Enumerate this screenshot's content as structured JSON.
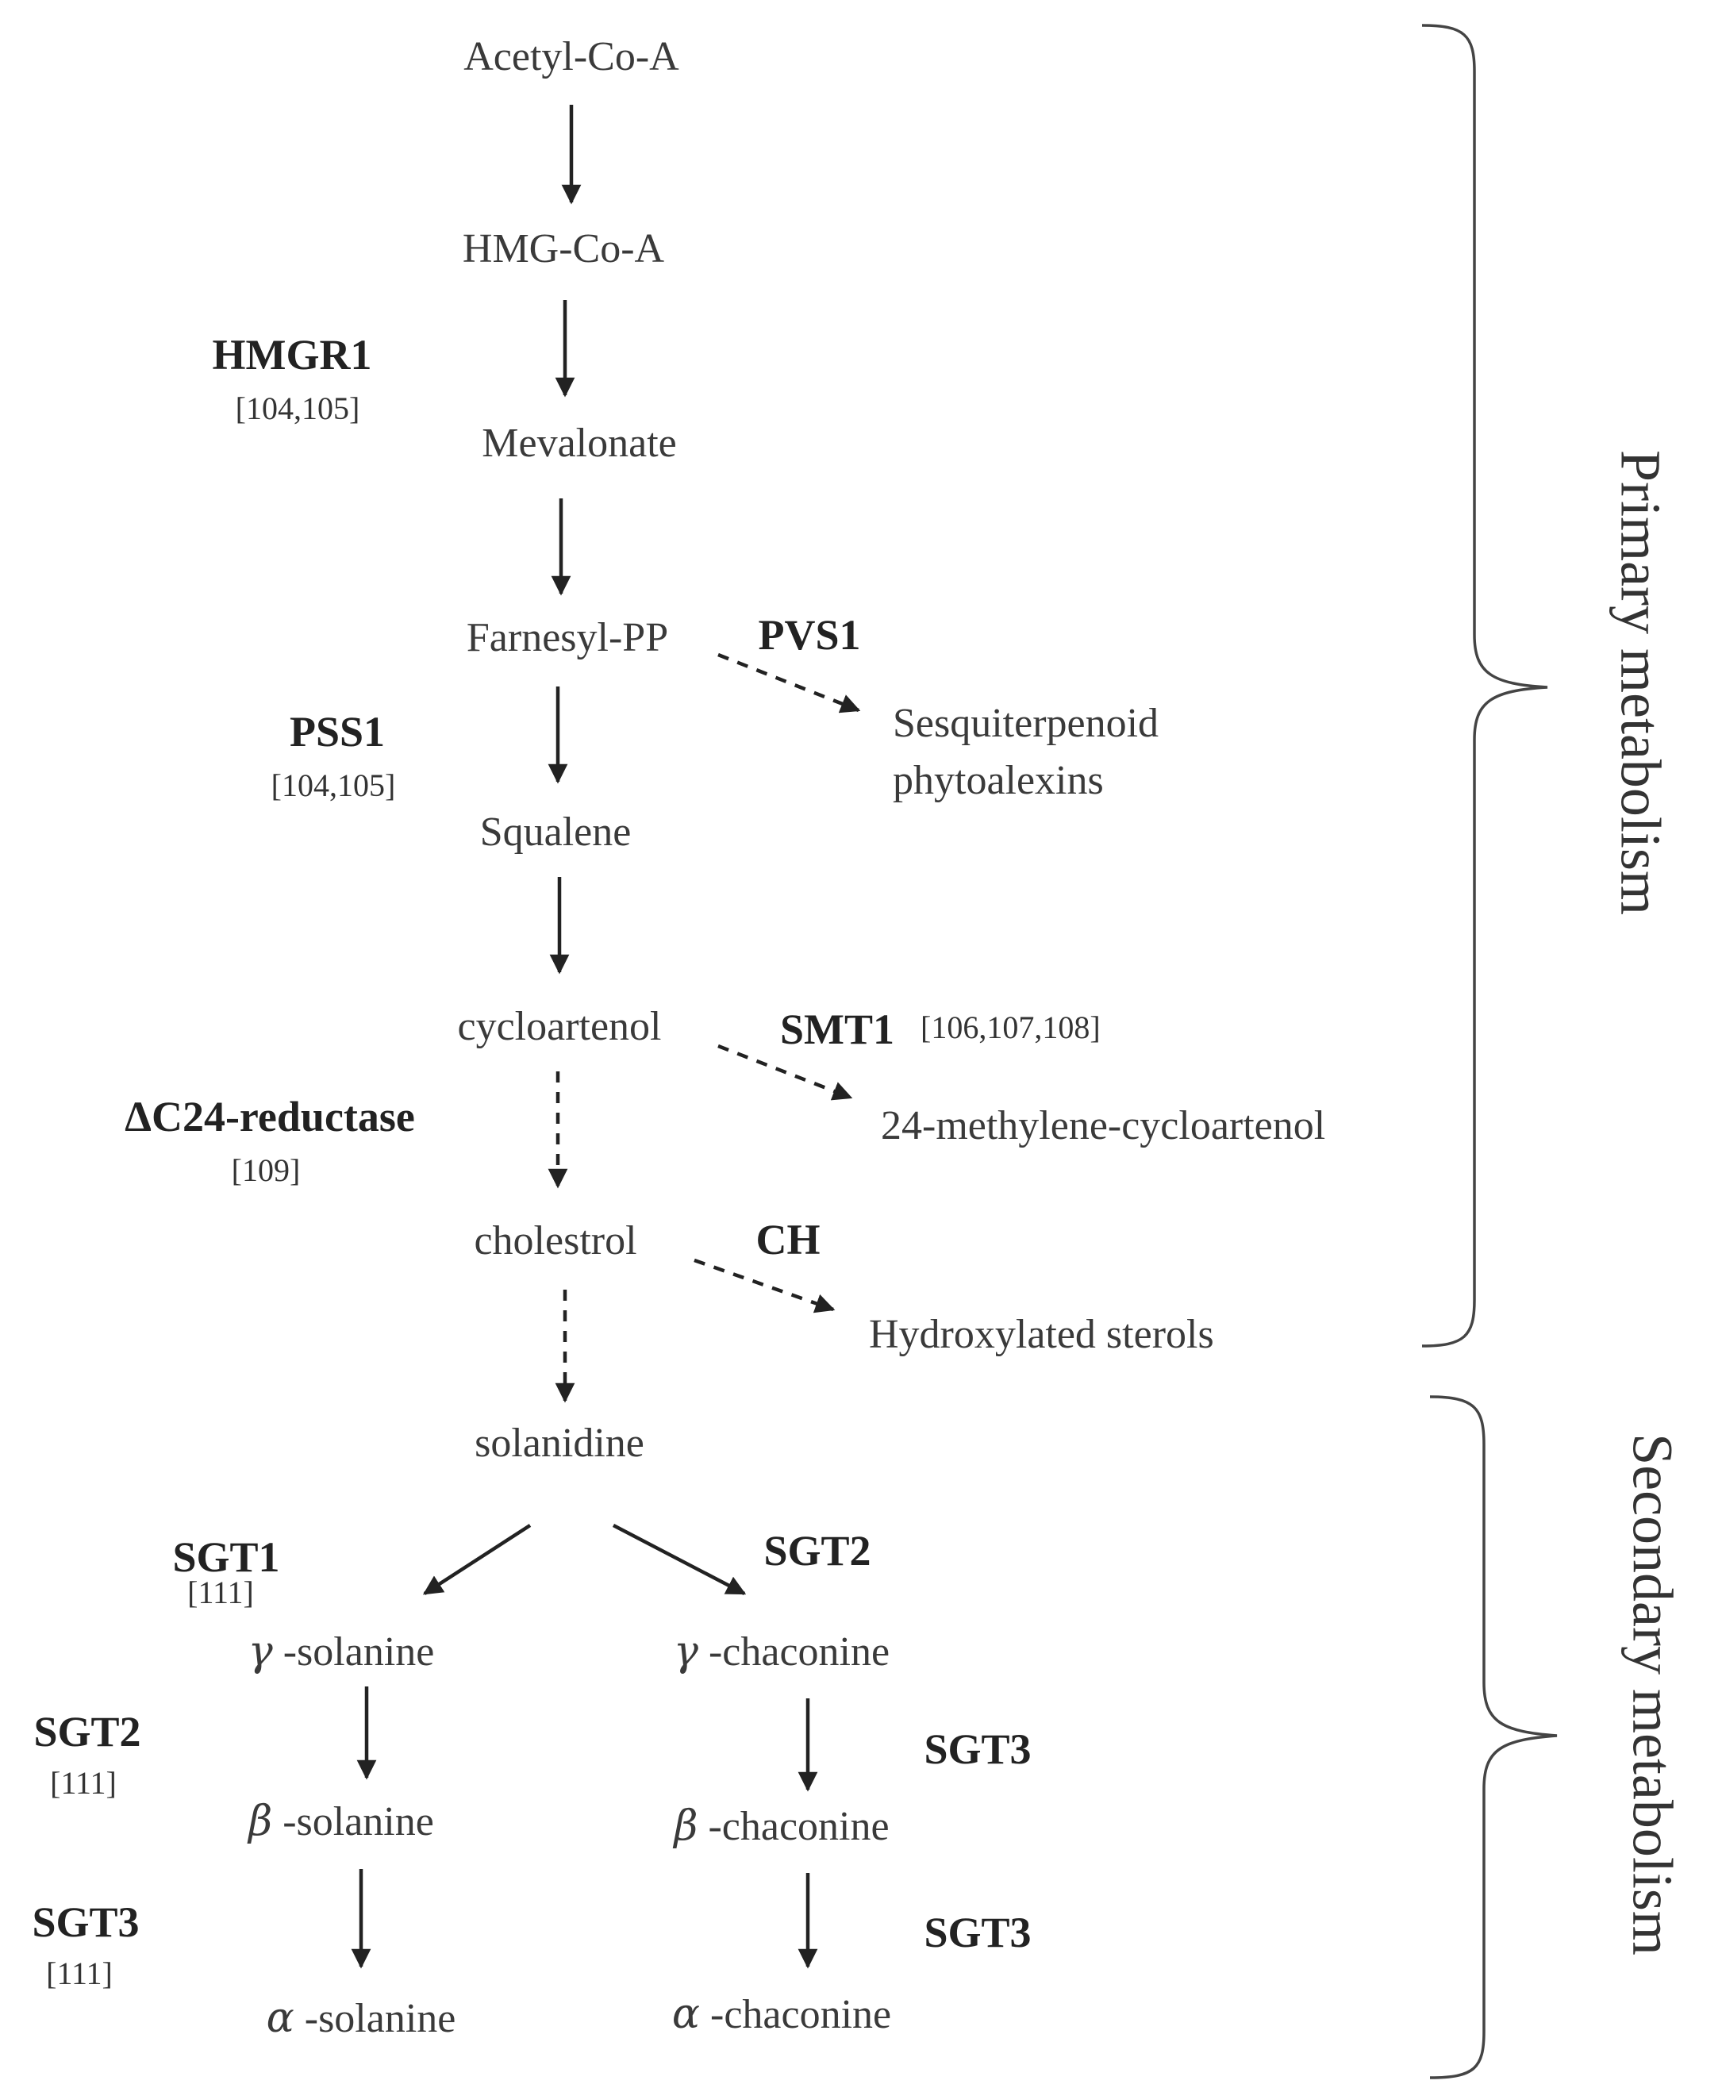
{
  "nodes": {
    "acetyl_coa": "Acetyl-Co-A",
    "hmg_coa": "HMG-Co-A",
    "mevalonate": "Mevalonate",
    "farnesyl_pp": "Farnesyl-PP",
    "sesquiterpenoid_1": "Sesquiterpenoid",
    "sesquiterpenoid_2": "phytoalexins",
    "squalene": "Squalene",
    "cycloartenol": "cycloartenol",
    "methylene_cycloartenol": "24-methylene-cycloartenol",
    "cholestrol": "cholestrol",
    "hydroxylated_sterols": "Hydroxylated sterols",
    "solanidine": "solanidine",
    "gamma_solanine": {
      "greek": "γ",
      "text": " -solanine"
    },
    "gamma_chaconine": {
      "greek": "γ",
      "text": " -chaconine"
    },
    "beta_solanine": {
      "greek": "β",
      "text": " -solanine"
    },
    "beta_chaconine": {
      "greek": "β",
      "text": " -chaconine"
    },
    "alpha_solanine": {
      "greek": "α",
      "text": " -solanine"
    },
    "alpha_chaconine": {
      "greek": "α",
      "text": " -chaconine"
    }
  },
  "enzymes": {
    "hmgr1": {
      "name": "HMGR1",
      "ref": "[104,105]"
    },
    "pss1": {
      "name": "PSS1",
      "ref": "[104,105]"
    },
    "pvs1": {
      "name": "PVS1"
    },
    "smt1": {
      "name": "SMT1",
      "ref": "[106,107,108]"
    },
    "c24_reductase": {
      "name": "ΔC24-reductase",
      "ref": "[109]"
    },
    "ch": {
      "name": "CH"
    },
    "sgt1": {
      "name": "SGT1",
      "ref": "[111]"
    },
    "sgt2_right": {
      "name": "SGT2"
    },
    "sgt2_left": {
      "name": "SGT2",
      "ref": "[111]"
    },
    "sgt3_left": {
      "name": "SGT3",
      "ref": "[111]"
    },
    "sgt3_right_upper": {
      "name": "SGT3"
    },
    "sgt3_right_lower": {
      "name": "SGT3"
    }
  },
  "sections": {
    "primary": "Primary metabolism",
    "secondary": "Secondary metabolism"
  },
  "colors": {
    "ink": "#222222",
    "text": "#3a3a3a"
  }
}
